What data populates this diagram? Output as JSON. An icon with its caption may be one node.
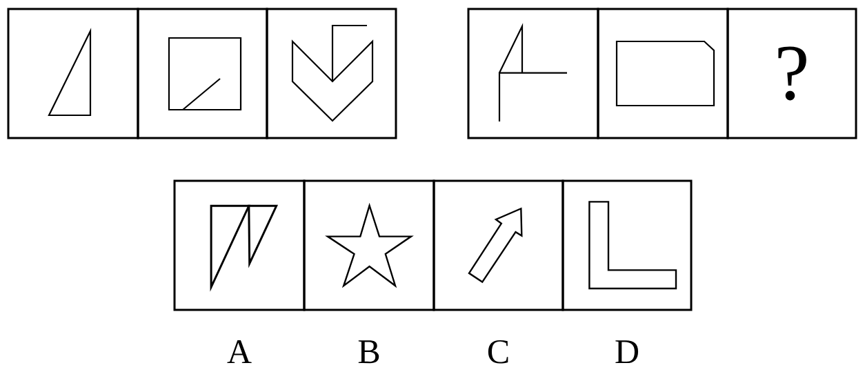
{
  "diagram": {
    "nodes": [
      {
        "text": [],
        "shape": "box"
      },
      {
        "text": [],
        "shape": "picture",
        "in": 0
      },
      {
        "text": [],
        "shape": "box"
      },
      {
        "text": [],
        "shape": "picture",
        "in": 2
      },
      {
        "text": [],
        "shape": "box"
      },
      {
        "text": [],
        "shape": "picture",
        "in": 4
      },
      {
        "text": [],
        "shape": "box"
      },
      {
        "text": [],
        "shape": "picture",
        "in": 6
      },
      {
        "text": [],
        "shape": "box"
      },
      {
        "text": [],
        "shape": "picture",
        "in": 8
      },
      {
        "text": [
          "?"
        ]
      },
      {
        "text": [],
        "shape": "box",
        "beside": [
          "A"
        ]
      },
      {
        "text": [],
        "shape": "picture",
        "in": 11
      },
      {
        "text": [],
        "shape": "box",
        "beside": [
          "B"
        ]
      },
      {
        "text": [],
        "shape": "picture",
        "in": 13
      },
      {
        "text": [],
        "shape": "box",
        "beside": [
          "C"
        ]
      },
      {
        "text": [],
        "shape": "picture",
        "in": 15
      },
      {
        "text": [],
        "shape": "box",
        "beside": [
          "D"
        ]
      },
      {
        "text": [],
        "shape": "picture",
        "in": 17
      }
    ]
  }
}
